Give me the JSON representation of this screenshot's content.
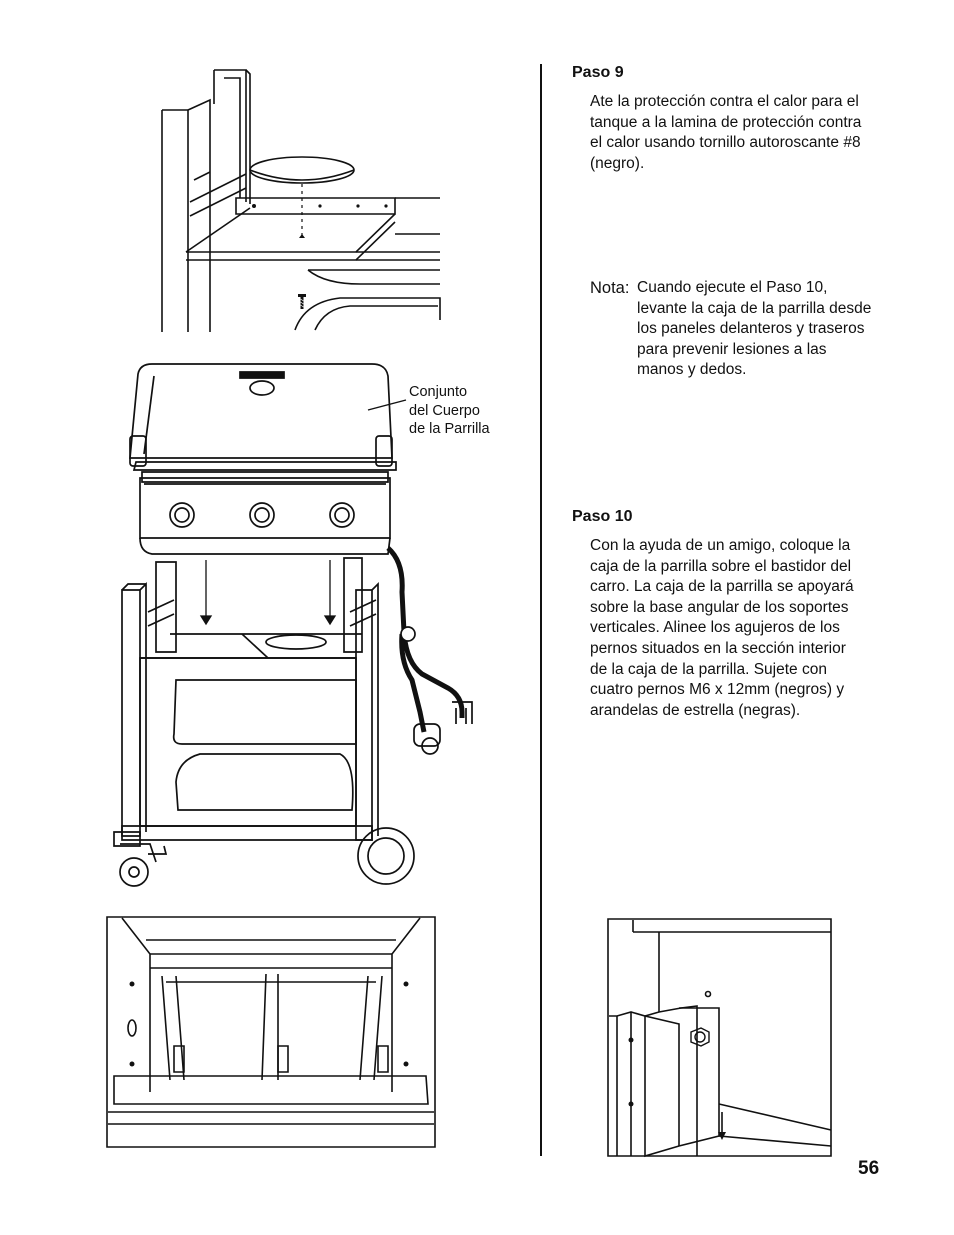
{
  "step9": {
    "title": "Paso 9",
    "body": "Ate la protección contra el calor para el tanque a la lamina de protección contra el calor usando tornillo autoroscante #8 (negro)."
  },
  "note": {
    "label": "Nota:",
    "text": "Cuando ejecute el Paso 10, levante la caja de la parrilla desde los paneles delanteros y traseros para prevenir lesiones a las manos y dedos."
  },
  "step10": {
    "title": "Paso 10",
    "body": "Con la ayuda de un amigo, coloque la caja de la parrilla sobre el bastidor del carro. La caja de la parrilla se apoyará sobre la base angular de los soportes verticales. Alinee los agujeros de los pernos situados en la sección interior de la caja de la parrilla. Sujete con cuatro pernos M6 x 12mm (negros) y arandelas de estrella (negras)."
  },
  "callout": {
    "line1": "Conjunto",
    "line2": "del Cuerpo",
    "line3": "de la Parrilla"
  },
  "page_number": "56",
  "colors": {
    "ink": "#111111",
    "paper": "#ffffff",
    "shade": "#e6e6e6"
  }
}
